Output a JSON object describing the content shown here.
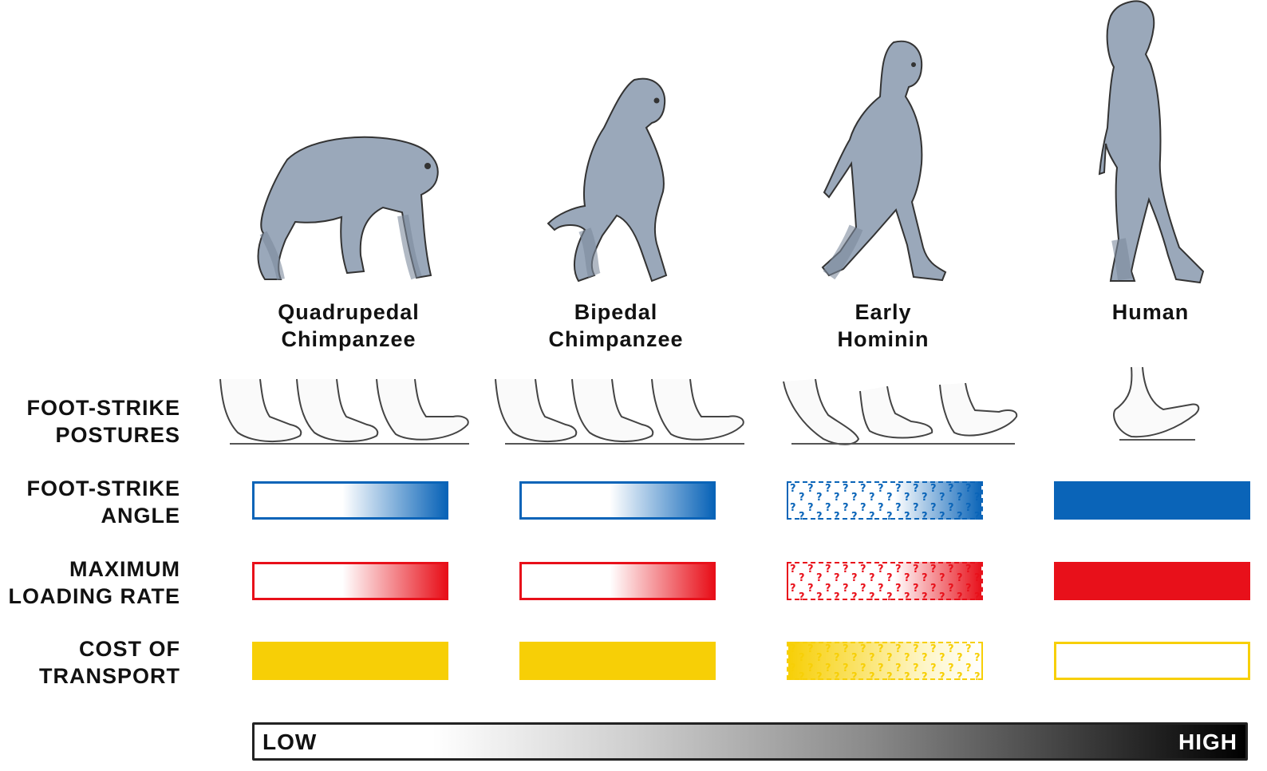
{
  "species": [
    {
      "line1": "Quadrupedal",
      "line2": "Chimpanzee"
    },
    {
      "line1": "Bipedal",
      "line2": "Chimpanzee"
    },
    {
      "line1": "Early",
      "line2": "Hominin"
    },
    {
      "line1": "",
      "line2": "Human"
    }
  ],
  "rows": [
    {
      "label": "FOOT-STRIKE\nPOSTURES"
    },
    {
      "label": "FOOT-STRIKE\nANGLE",
      "color": "#0a64b8"
    },
    {
      "label": "MAXIMUM\nLOADING RATE",
      "color": "#e8101a"
    },
    {
      "label": "COST OF\nTRANSPORT",
      "color": "#f7cf06"
    }
  ],
  "bars": {
    "angle": [
      "gradient",
      "gradient",
      "uncertain",
      "full"
    ],
    "loading": [
      "gradient",
      "gradient",
      "uncertain",
      "full"
    ],
    "cost": [
      "full",
      "full",
      "uncertain",
      "empty"
    ]
  },
  "legend": {
    "low": "LOW",
    "high": "HIGH"
  },
  "uncertain_glyph": "?",
  "colors": {
    "figure": "#9aa8ba",
    "figure_shadow": "#7d8a9c",
    "outline": "#333333"
  }
}
